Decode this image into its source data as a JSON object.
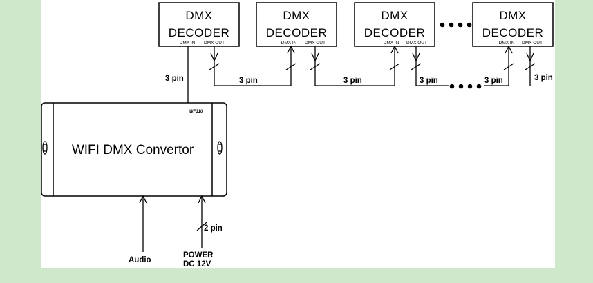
{
  "diagram": {
    "decoder": {
      "title_line1": "DMX",
      "title_line2": "DECODER",
      "port_in": "DMX IN",
      "port_out": "DMX OUT"
    },
    "converter": {
      "name": "WIFI DMX Convertor",
      "model": "WF310"
    },
    "pin_label": "3 pin",
    "power_pin_label": "2 pin",
    "inputs": {
      "audio": "Audio",
      "power_line1": "POWER",
      "power_line2": "DC 12V"
    },
    "colors": {
      "background": "#cfe8cc",
      "panel": "#ffffff",
      "line": "#000000"
    }
  }
}
